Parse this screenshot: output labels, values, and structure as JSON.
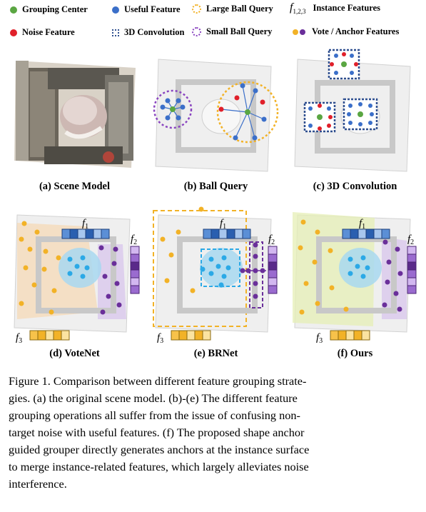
{
  "legend": {
    "grouping_center": "Grouping Center",
    "useful_feature": "Useful Feature",
    "large_ball_query": "Large Ball Query",
    "instance_symbol": "f",
    "instance_subscript": "1,2,3",
    "instance_features": "Instance Features",
    "noise_feature": "Noise Feature",
    "conv3d": "3D Convolution",
    "small_ball_query": "Small Ball Query",
    "vote_anchor": "Vote / Anchor Features"
  },
  "colors": {
    "green": "#5aa642",
    "blue": "#3b6fc9",
    "red": "#e0202a",
    "orange": "#f2b227",
    "purple": "#6a2f9a",
    "cyan": "#2ba9e6"
  },
  "panels": {
    "a": "(a) Scene Model",
    "b": "(b) Ball Query",
    "c": "(c) 3D Convolution",
    "d": "(d) VoteNet",
    "e": "(e) BRNet",
    "f": "(f) Ours"
  },
  "feature_labels": {
    "f1": "f1",
    "f2": "f2",
    "f3": "f3"
  },
  "caption": {
    "line1": "Figure 1. Comparison between different feature grouping strate-",
    "line2": "gies. (a) the original scene model. (b)-(e) The different feature",
    "line3": "grouping operations all suffer from the issue of confusing non-",
    "line4": "target noise with useful features. (f) The proposed shape anchor",
    "line5": "guided grouper directly generates anchors at the instance surface",
    "line6": "to merge instance-related features, which largely alleviates noise",
    "line7": "interference."
  }
}
